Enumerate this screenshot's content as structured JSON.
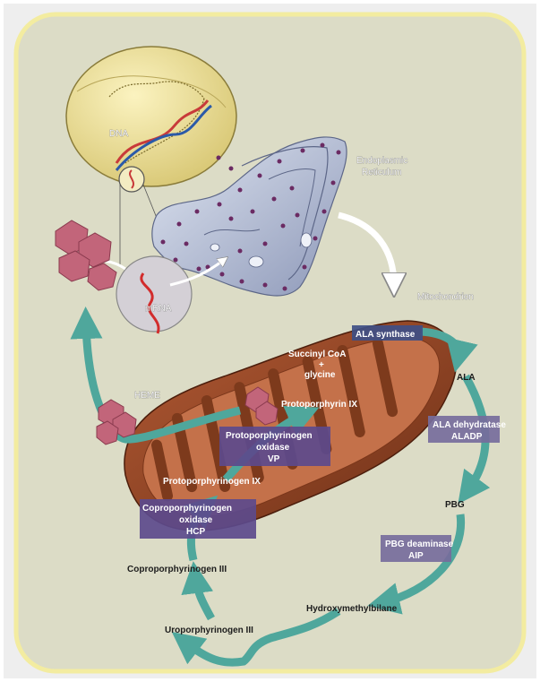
{
  "labels": {
    "dna": "DNA",
    "er": "Endoplasmic",
    "er2": "Reticulum",
    "mrna": "mRNA",
    "mito": "Mitochondrion",
    "heme": "HEME",
    "succinyl1": "Succinyl CoA",
    "succinyl2": "+",
    "succinyl3": "glycine",
    "ala": "ALA",
    "pbg": "PBG",
    "hmb": "Hydroxymethylbilane",
    "uro": "Uroporphyrinogen III",
    "copro": "Coproporphyrinogen III",
    "proto_gen": "Protoporphyrinogen IX",
    "proto": "Protoporphyrin IX"
  },
  "enzymes": {
    "ala_synthase": "ALA synthase",
    "aladh1": "ALA dehydratase",
    "aladh2": "ALADP",
    "pbgd1": "PBG deaminase",
    "pbgd2": "AIP",
    "ppox1": "Protoporphyrinogen",
    "ppox2": "oxidase",
    "ppox3": "VP",
    "cpox1": "Coproporphyrinogen",
    "cpox2": "oxidase",
    "cpox3": "HCP"
  },
  "colors": {
    "panel": "#dcdcc6",
    "frame": "#f3eca0",
    "mito_outer": "#8c4628",
    "mito_inner": "#c4714a",
    "arrow": "#4fa79c",
    "enzyme_box": "#5c4a8c",
    "nucleus": "#efe5a0",
    "er": "#b7c1d9",
    "heme": "#c2657a"
  }
}
